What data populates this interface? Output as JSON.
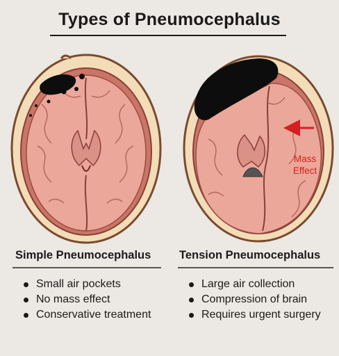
{
  "title": "Types of Pneumocephalus",
  "left": {
    "heading": "Simple Pneumocephalus",
    "bullets": [
      "Small air pockets",
      "No mass effect",
      "Conservative treatment"
    ]
  },
  "right": {
    "heading": "Tension Pneumocephalus",
    "bullets": [
      "Large air collection",
      "Compression of brain",
      "Requires urgent surgery"
    ],
    "annotation_line1": "Mass",
    "annotation_line2": "Effect"
  },
  "colors": {
    "background": "#ece8e3",
    "skull": "#f3ddb9",
    "dura": "#b55e52",
    "brain": "#eaa79a",
    "air": "#0d0d0d",
    "annotation": "#d42020"
  }
}
